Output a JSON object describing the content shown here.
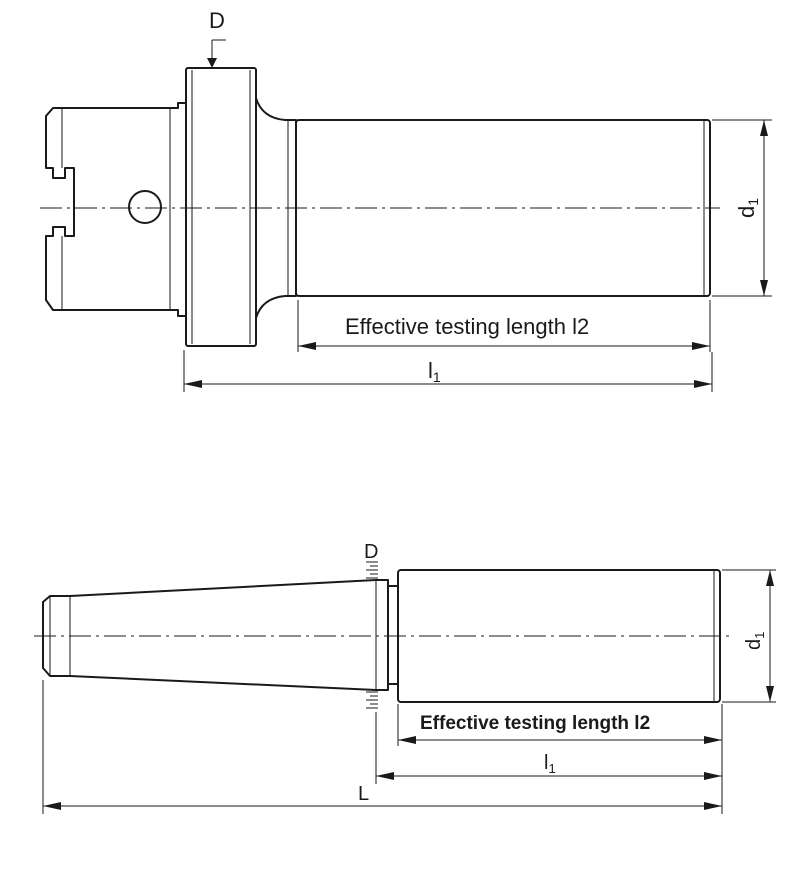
{
  "top_view": {
    "label_D": "D",
    "label_d": "d",
    "label_d_sub": "1",
    "label_l1": "l",
    "label_l1_sub": "1",
    "label_effective": "Effective testing length l",
    "label_effective_sub": "2"
  },
  "bottom_view": {
    "label_D": "D",
    "label_d": "d",
    "label_d_sub": "1",
    "label_l1": "l",
    "label_l1_sub": "1",
    "label_L": "L",
    "label_effective": "Effective testing length l",
    "label_effective_sub": "2"
  }
}
